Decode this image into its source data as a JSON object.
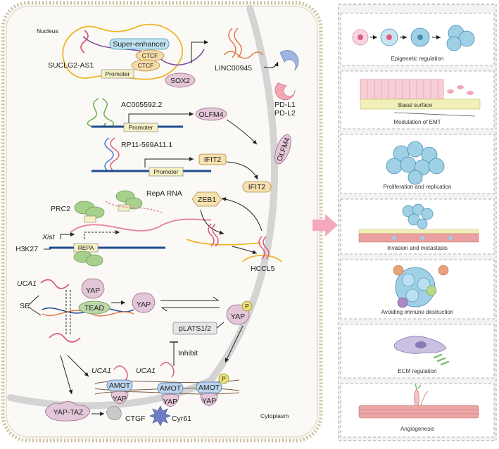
{
  "regions": {
    "nucleus": "Nucleus",
    "cytoplasm": "Cytoplasm"
  },
  "super_enhancer": {
    "lnc": "SUCLG2-AS1",
    "box": "Super-enhancer",
    "ctcf1": "CTCF",
    "ctcf2": "CTCF",
    "promoter": "Promoter",
    "tf": "SOX2",
    "target": "LINC00945",
    "checkpoint": [
      "PD-L1",
      "PD-L2"
    ]
  },
  "ac": {
    "lnc": "AC005592.2",
    "promoter": "Promoter",
    "gene": "OLFM4",
    "protein": "OLFM4"
  },
  "rp": {
    "lnc": "RP11-569A11.1",
    "promoter": "Promoter",
    "gene": "IFIT2",
    "protein": "IFIT2"
  },
  "xist": {
    "prc2": "PRC2",
    "repa_rna": "RepA RNA",
    "xist": "Xist",
    "h3k27": "H3K27",
    "repa": "REPA"
  },
  "hccl5": {
    "zeb1": "ZEB1",
    "lnc": "HCCL5"
  },
  "yap": {
    "uca1_top": "UCA1",
    "se": "SE",
    "yap_top": "YAP",
    "tead": "TEAD",
    "yap_free": "YAP",
    "yap_p": "YAP",
    "p": "P",
    "plats": "pLATS1/2",
    "inhibit": "Inhibit",
    "uca1_a": "UCA1",
    "uca1_b": "UCA1",
    "amot": [
      "AMOT",
      "AMOT",
      "AMOT"
    ],
    "yap_m": [
      "YAP",
      "YAP",
      "YAP"
    ],
    "p2": "P",
    "yap_taz": "YAP-TAZ",
    "ctgf": "CTGF",
    "cyr61": "Cyr61"
  },
  "hallmarks": [
    "Epigenetic regulation",
    "Modulation of EMT",
    "Proliferation and replication",
    "Invasion and metastasis",
    "Avoiding immune destruction",
    "ECM regulation",
    "Angiogenesis"
  ],
  "emt_sub": "Basal surface",
  "colors": {
    "membrane": "#d8ccb6",
    "protein": "#e3c7d8",
    "gene_box": "#f6f1c4",
    "dna": "#1d4b8f",
    "arrow": "#5a6e9c",
    "cell_blue": "#9fd0e6",
    "cell_pink": "#f2b6c8"
  }
}
